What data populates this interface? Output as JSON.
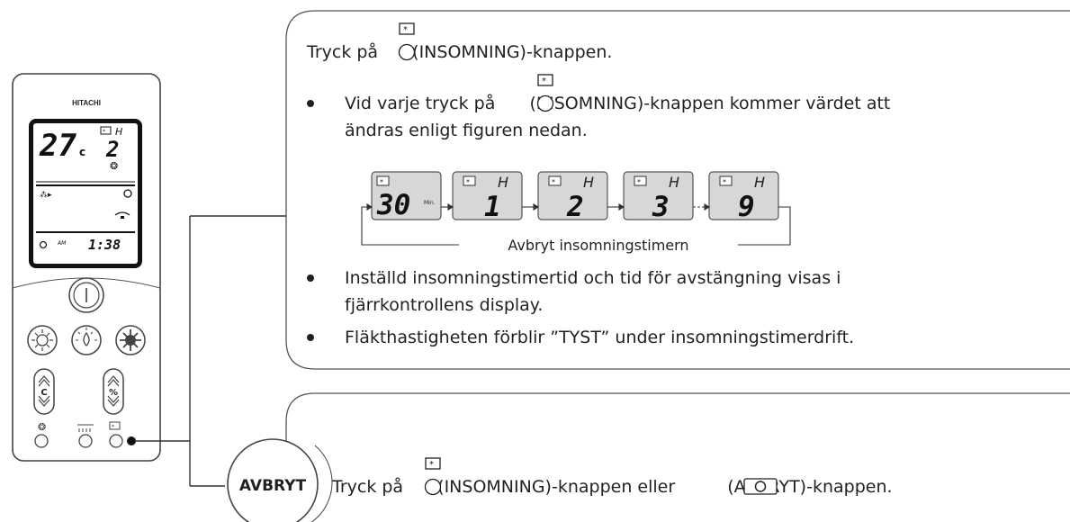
{
  "remote": {
    "brand": "HITACHI",
    "lcd": {
      "temp": "27",
      "temp_unit": "c",
      "timer_unit": "H",
      "timer_value": "2",
      "am": "AM",
      "clock": "1:38"
    },
    "temp_button_label": "C",
    "fan_button_label": "%"
  },
  "instruction": {
    "step1": {
      "prefix": "Tryck på",
      "suffix": "(INSOMNING)-knappen."
    },
    "bullet1": {
      "prefix": "Vid varje tryck på",
      "suffix": "(INSOMNING)-knappen kommer värdet att",
      "line2": "ändras enligt figuren nedan."
    },
    "sequence": {
      "first_value": "30",
      "first_unit": "Min.",
      "hour_unit": "H",
      "values": [
        "1",
        "2",
        "3",
        "9"
      ],
      "cancel_label": "Avbryt insomningstimern"
    },
    "bullet2": {
      "line1": "Inställd insomningstimertid och tid för avstängning visas i",
      "line2": "fjärrkontrollens display."
    },
    "bullet3": "Fläkthastigheten förblir ”TYST” under insomningstimerdrift."
  },
  "cancel": {
    "badge": "AVBRYT",
    "prefix": "Tryck på",
    "middle": "(INSOMNING)-knappen eller",
    "suffix": "(AVBRYT)-knappen."
  }
}
